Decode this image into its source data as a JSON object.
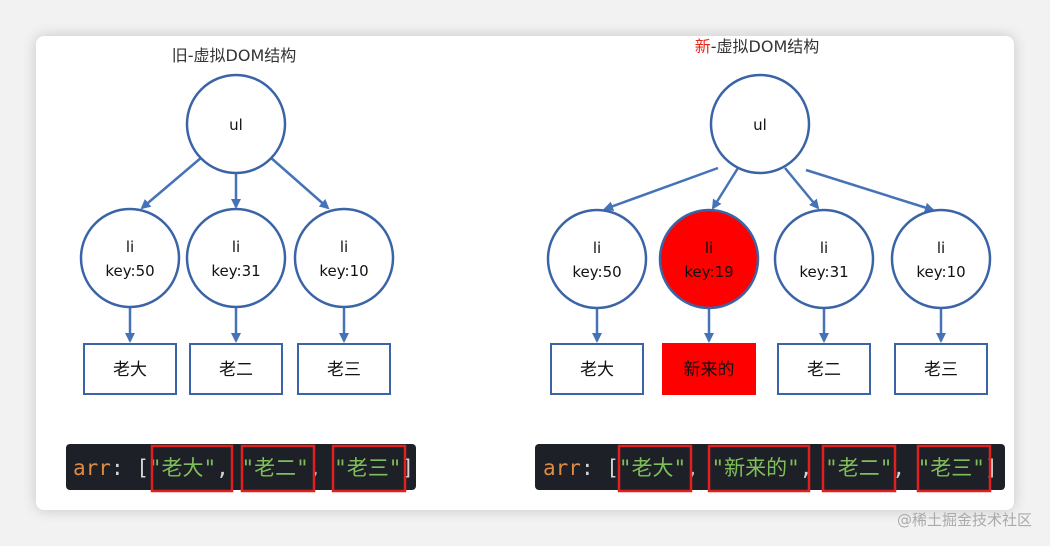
{
  "colors": {
    "node_stroke": "#3a64a6",
    "edge": "#4673b8",
    "highlight_node_fill": "#ff0000",
    "code_bg": "#1d2026",
    "code_ident": "#e08a43",
    "code_punct": "#d4d4d4",
    "code_string": "#7fbf5a",
    "code_box": "#e02020"
  },
  "watermark": "@稀土掘金技术社区",
  "diagrams": [
    {
      "title": "旧-虚拟DOM结构",
      "root": "ul",
      "children": [
        {
          "tag": "li",
          "key": "key:50",
          "text": "老大",
          "highlight": false
        },
        {
          "tag": "li",
          "key": "key:31",
          "text": "老二",
          "highlight": false
        },
        {
          "tag": "li",
          "key": "key:10",
          "text": "老三",
          "highlight": false
        }
      ],
      "code": {
        "ident": "arr",
        "items": [
          "\"老大\"",
          "\"老二\"",
          "\"老三\""
        ]
      }
    },
    {
      "title_prefix": "新",
      "title": "-虚拟DOM结构",
      "root": "ul",
      "children": [
        {
          "tag": "li",
          "key": "key:50",
          "text": "老大",
          "highlight": false
        },
        {
          "tag": "li",
          "key": "key:19",
          "text": "新来的",
          "highlight": true
        },
        {
          "tag": "li",
          "key": "key:31",
          "text": "老二",
          "highlight": false
        },
        {
          "tag": "li",
          "key": "key:10",
          "text": "老三",
          "highlight": false
        }
      ],
      "code": {
        "ident": "arr",
        "items": [
          "\"老大\"",
          "\"新来的\"",
          "\"老二\"",
          "\"老三\""
        ]
      }
    }
  ]
}
